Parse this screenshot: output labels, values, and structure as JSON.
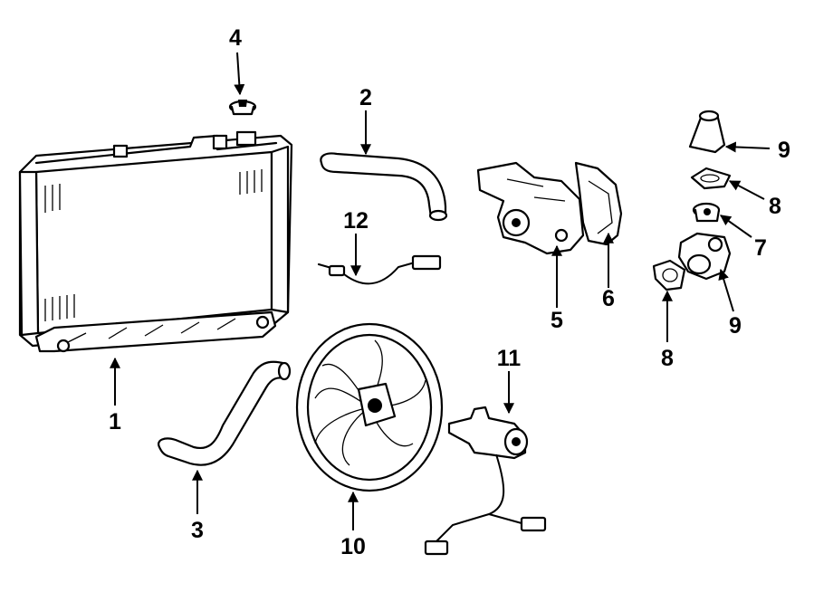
{
  "callouts": [
    {
      "id": "radiator",
      "label": "1"
    },
    {
      "id": "lower-hose",
      "label": "3"
    },
    {
      "id": "radiator-cap",
      "label": "4"
    },
    {
      "id": "upper-hose",
      "label": "2"
    },
    {
      "id": "temp-sensor",
      "label": "12"
    },
    {
      "id": "water-pump",
      "label": "5"
    },
    {
      "id": "pump-gasket",
      "label": "6"
    },
    {
      "id": "thermostat-housing-top",
      "label": "9"
    },
    {
      "id": "housing-gasket-top",
      "label": "8"
    },
    {
      "id": "thermostat",
      "label": "7"
    },
    {
      "id": "housing-gasket-bottom",
      "label": "8"
    },
    {
      "id": "thermostat-housing-bottom",
      "label": "9"
    },
    {
      "id": "cooling-fan",
      "label": "10"
    },
    {
      "id": "fan-motor",
      "label": "11"
    }
  ]
}
